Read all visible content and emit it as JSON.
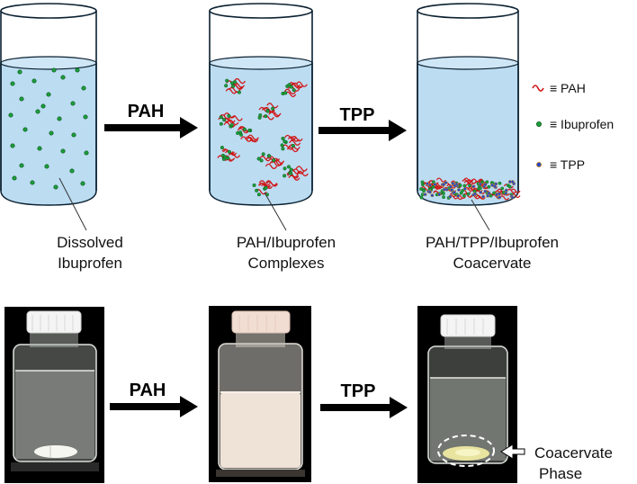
{
  "colors": {
    "liquid": "#bcdcf2",
    "beaker_outline": "#0a2030",
    "pah": "#d01818",
    "ibuprofen": "#1c9e3a",
    "tpp": "#2448c8",
    "photo_bg": "#000000",
    "milky": "#efe2d6",
    "cap": "#f4f4f4"
  },
  "arrows": {
    "step1": "PAH",
    "step2": "TPP"
  },
  "beakers": [
    {
      "line1": "Dissolved",
      "line2": "Ibuprofen"
    },
    {
      "line1": "PAH/Ibuprofen",
      "line2": "Complexes"
    },
    {
      "line1": "PAH/TPP/Ibuprofen",
      "line2": "Coacervate"
    }
  ],
  "legend": [
    {
      "icon": "pah-squiggle-icon",
      "text": "≡ PAH"
    },
    {
      "icon": "ibuprofen-dot-icon",
      "text": "≡ Ibuprofen"
    },
    {
      "icon": "tpp-dot-icon",
      "text": "≡ TPP"
    }
  ],
  "photos": {
    "callout_line1": "Coacervate",
    "callout_line2": "Phase"
  }
}
